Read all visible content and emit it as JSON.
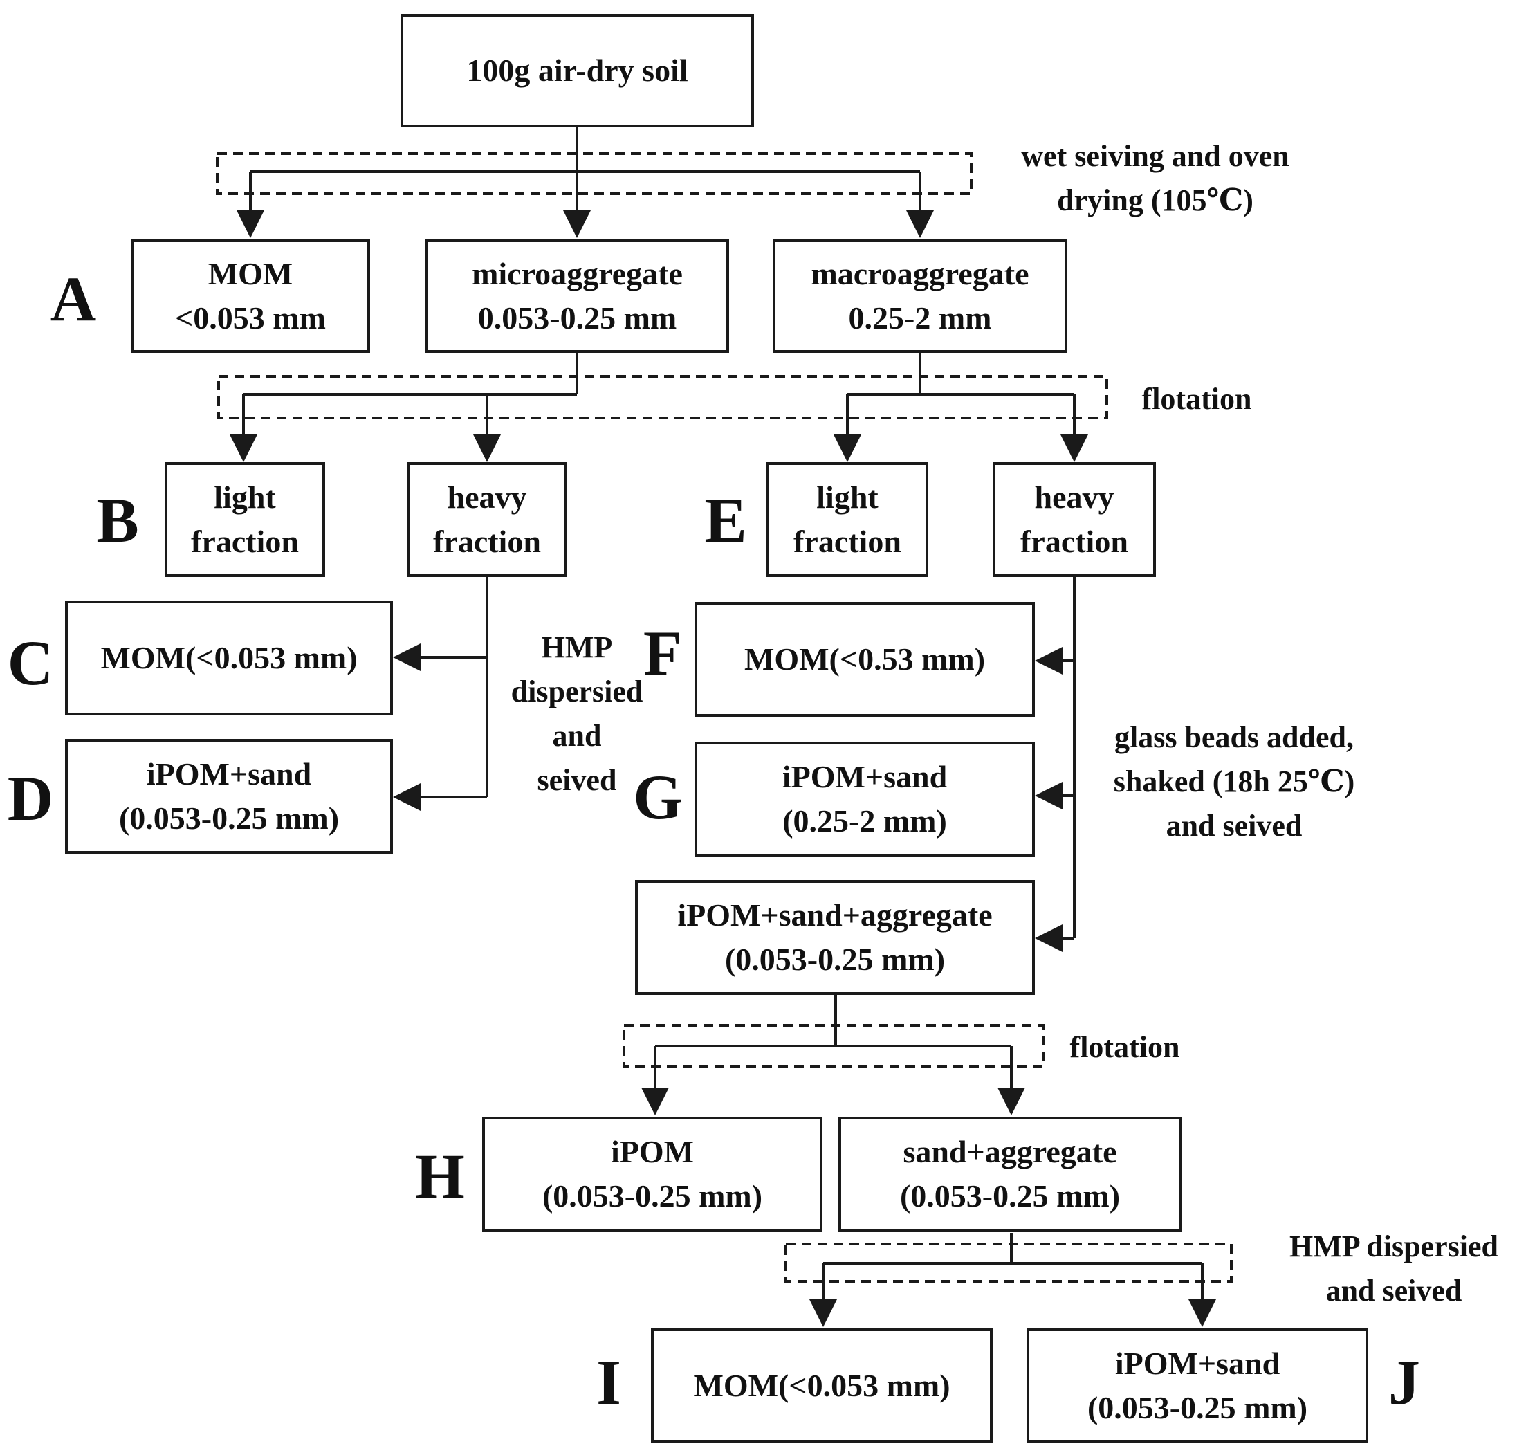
{
  "boxes": {
    "soil": [
      "100g air-dry soil"
    ],
    "mom_a": [
      "MOM",
      "<0.053 mm"
    ],
    "micro_a": [
      "microaggregate",
      "0.053-0.25 mm"
    ],
    "macro_a": [
      "macroaggregate",
      "0.25-2 mm"
    ],
    "light_b": [
      "light",
      "fraction"
    ],
    "heavy_b": [
      "heavy",
      "fraction"
    ],
    "light_e": [
      "light",
      "fraction"
    ],
    "heavy_e": [
      "heavy",
      "fraction"
    ],
    "mom_c": [
      "MOM(<0.053 mm)"
    ],
    "ipom_d": [
      "iPOM+sand",
      "(0.053-0.25 mm)"
    ],
    "mom_f": [
      "MOM(<0.53 mm)"
    ],
    "ipom_g": [
      "iPOM+sand",
      "(0.25-2 mm)"
    ],
    "ipom_agg": [
      "iPOM+sand+aggregate",
      "(0.053-0.25 mm)"
    ],
    "ipom_h": [
      "iPOM",
      "(0.053-0.25 mm)"
    ],
    "sand_agg_h": [
      "sand+aggregate",
      "(0.053-0.25 mm)"
    ],
    "mom_i": [
      "MOM(<0.053 mm)"
    ],
    "ipom_j": [
      "iPOM+sand",
      "(0.053-0.25 mm)"
    ]
  },
  "letters": {
    "a": "A",
    "b": "B",
    "c": "C",
    "d": "D",
    "e": "E",
    "f": "F",
    "g": "G",
    "h": "H",
    "i": "I",
    "j": "J"
  },
  "notes": {
    "wet_sieving": [
      "wet seiving and oven",
      "drying (105℃)"
    ],
    "flotation_1": [
      "flotation"
    ],
    "hmp_1": [
      "HMP",
      "dispersied",
      "and",
      "seived"
    ],
    "glass_beads": [
      "glass beads added,",
      "shaked (18h 25℃)",
      "and seived"
    ],
    "flotation_2": [
      "flotation"
    ],
    "hmp_2": [
      "HMP dispersied",
      "and seived"
    ]
  }
}
